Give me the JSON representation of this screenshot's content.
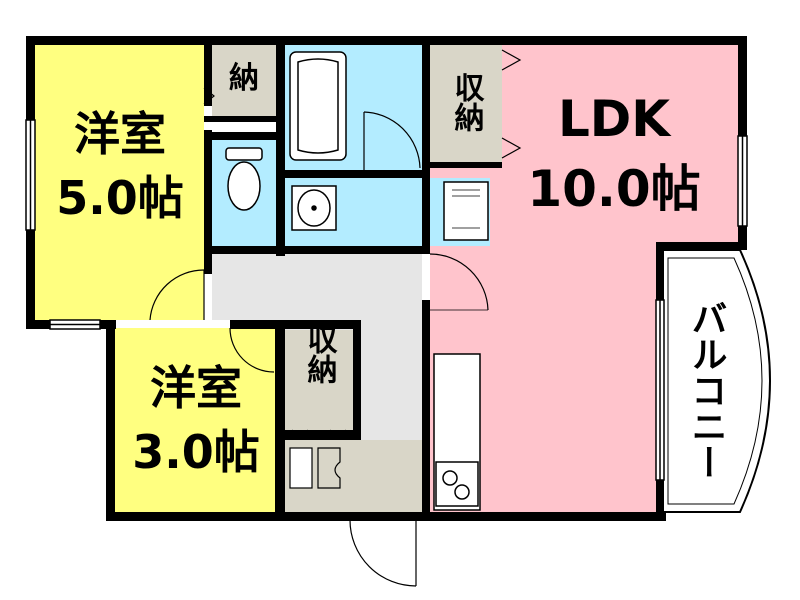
{
  "colors": {
    "western_room": "#ffff80",
    "ldk": "#ffc4cc",
    "wet_area": "#b3ecff",
    "hallway": "#e6e6e6",
    "storage": "#d9d6c8",
    "wall": "#000000",
    "balcony": "#ffffff"
  },
  "rooms": {
    "western_room_1": {
      "name": "洋室",
      "size": "5.0帖"
    },
    "western_room_2": {
      "name": "洋室",
      "size": "3.0帖"
    },
    "ldk": {
      "name": "LDK",
      "size": "10.0帖"
    },
    "balcony": {
      "name": "バルコニー"
    },
    "storage_small": {
      "name": "納"
    },
    "storage_right": {
      "name": "収納"
    },
    "storage_left": {
      "name": "収納"
    }
  },
  "icons": [
    "bathtub-icon",
    "toilet-icon",
    "washbasin-icon",
    "washing-machine-icon",
    "stove-icon",
    "door-swing-icon"
  ]
}
